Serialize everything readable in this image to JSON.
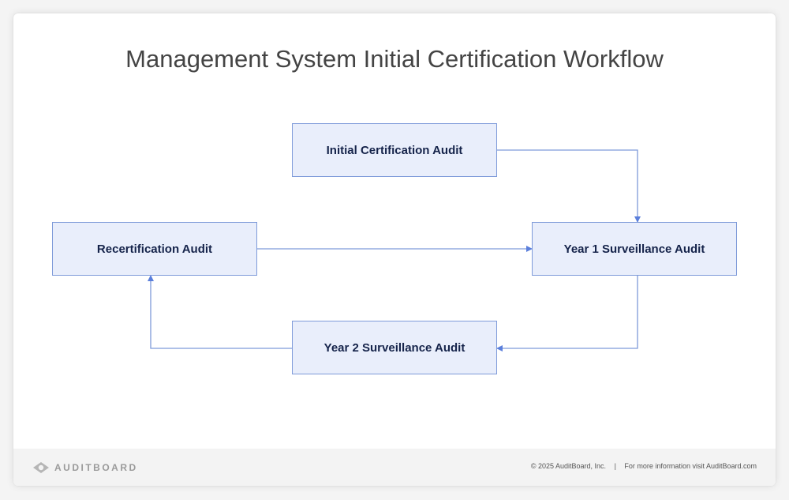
{
  "title": "Management System Initial Certification Workflow",
  "nodes": {
    "initial": "Initial Certification Audit",
    "recert": "Recertification Audit",
    "year1": "Year 1 Surveillance Audit",
    "year2": "Year 2 Surveillance Audit"
  },
  "edges": [
    {
      "from": "Initial Certification Audit",
      "to": "Year 1 Surveillance Audit"
    },
    {
      "from": "Year 1 Surveillance Audit",
      "to": "Year 2 Surveillance Audit"
    },
    {
      "from": "Year 2 Surveillance Audit",
      "to": "Recertification Audit"
    },
    {
      "from": "Recertification Audit",
      "to": "Year 1 Surveillance Audit"
    }
  ],
  "footer": {
    "logo": "AUDITBOARD",
    "copyright": "© 2025  AuditBoard, Inc.",
    "separator": "|",
    "info": "For more information visit AuditBoard.com"
  },
  "colors": {
    "node_fill": "#e9eefb",
    "node_border": "#7e9ad9",
    "arrow": "#6f8fdc",
    "node_text": "#15234a"
  }
}
